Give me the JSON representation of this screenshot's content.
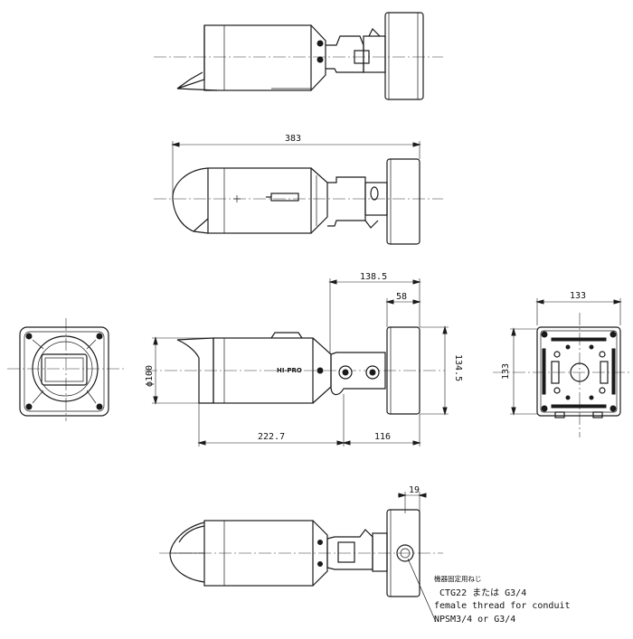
{
  "dimensions": {
    "overall_length": "383",
    "mount_offset": "138.5",
    "box_depth": "58",
    "box_width_side": "133",
    "box_height_side": "133",
    "diameter": "ϕ100",
    "mount_height": "134.5",
    "body_length": "222.7",
    "rear_length": "116",
    "conduit_offset": "19"
  },
  "brand": "HI-PRO",
  "conduit_note": {
    "line_jp": "機器固定用ねじ",
    "line1": "CTG22 または G3/4",
    "line2": "female thread for conduit",
    "line3": "NPSM3/4 or G3/4"
  }
}
